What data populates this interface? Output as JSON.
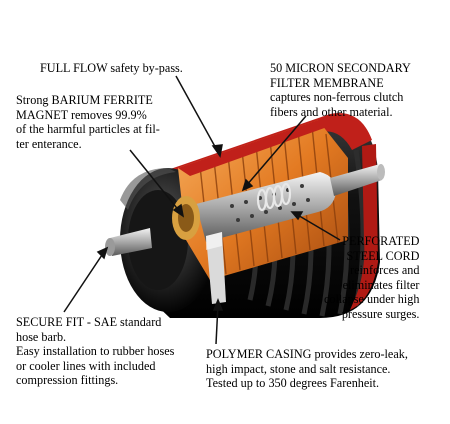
{
  "labels": {
    "full_flow": [
      "FULL FLOW safety by-pass."
    ],
    "micron": [
      "50 MICRON SECONDARY",
      "FILTER MEMBRANE",
      "captures non-ferrous clutch",
      "fibers and other material."
    ],
    "magnet": [
      "Strong BARIUM FERRITE",
      "MAGNET removes 99.9%",
      "of the harmful particles at fil-",
      "ter enterance."
    ],
    "perforated": [
      "PERFORATED",
      "STEEL CORD",
      "reinforces and",
      "eliminates filter",
      "collapse under high",
      "pressure surges."
    ],
    "secure": [
      "SECURE FIT - SAE standard",
      "hose barb.",
      "Easy installation to rubber hoses",
      "or cooler lines with included",
      "compression fittings."
    ],
    "polymer": [
      "POLYMER CASING provides zero-leak,",
      "high impact, stone and salt resistance.",
      "Tested up to 350 degrees Farenheit."
    ]
  },
  "colors": {
    "casing": "#1a1a1a",
    "casing_red": "#c0201a",
    "filter_orange": "#e8822a",
    "steel": "#c9c9c9",
    "magnet": "#d8a040",
    "arrow": "#111111"
  }
}
